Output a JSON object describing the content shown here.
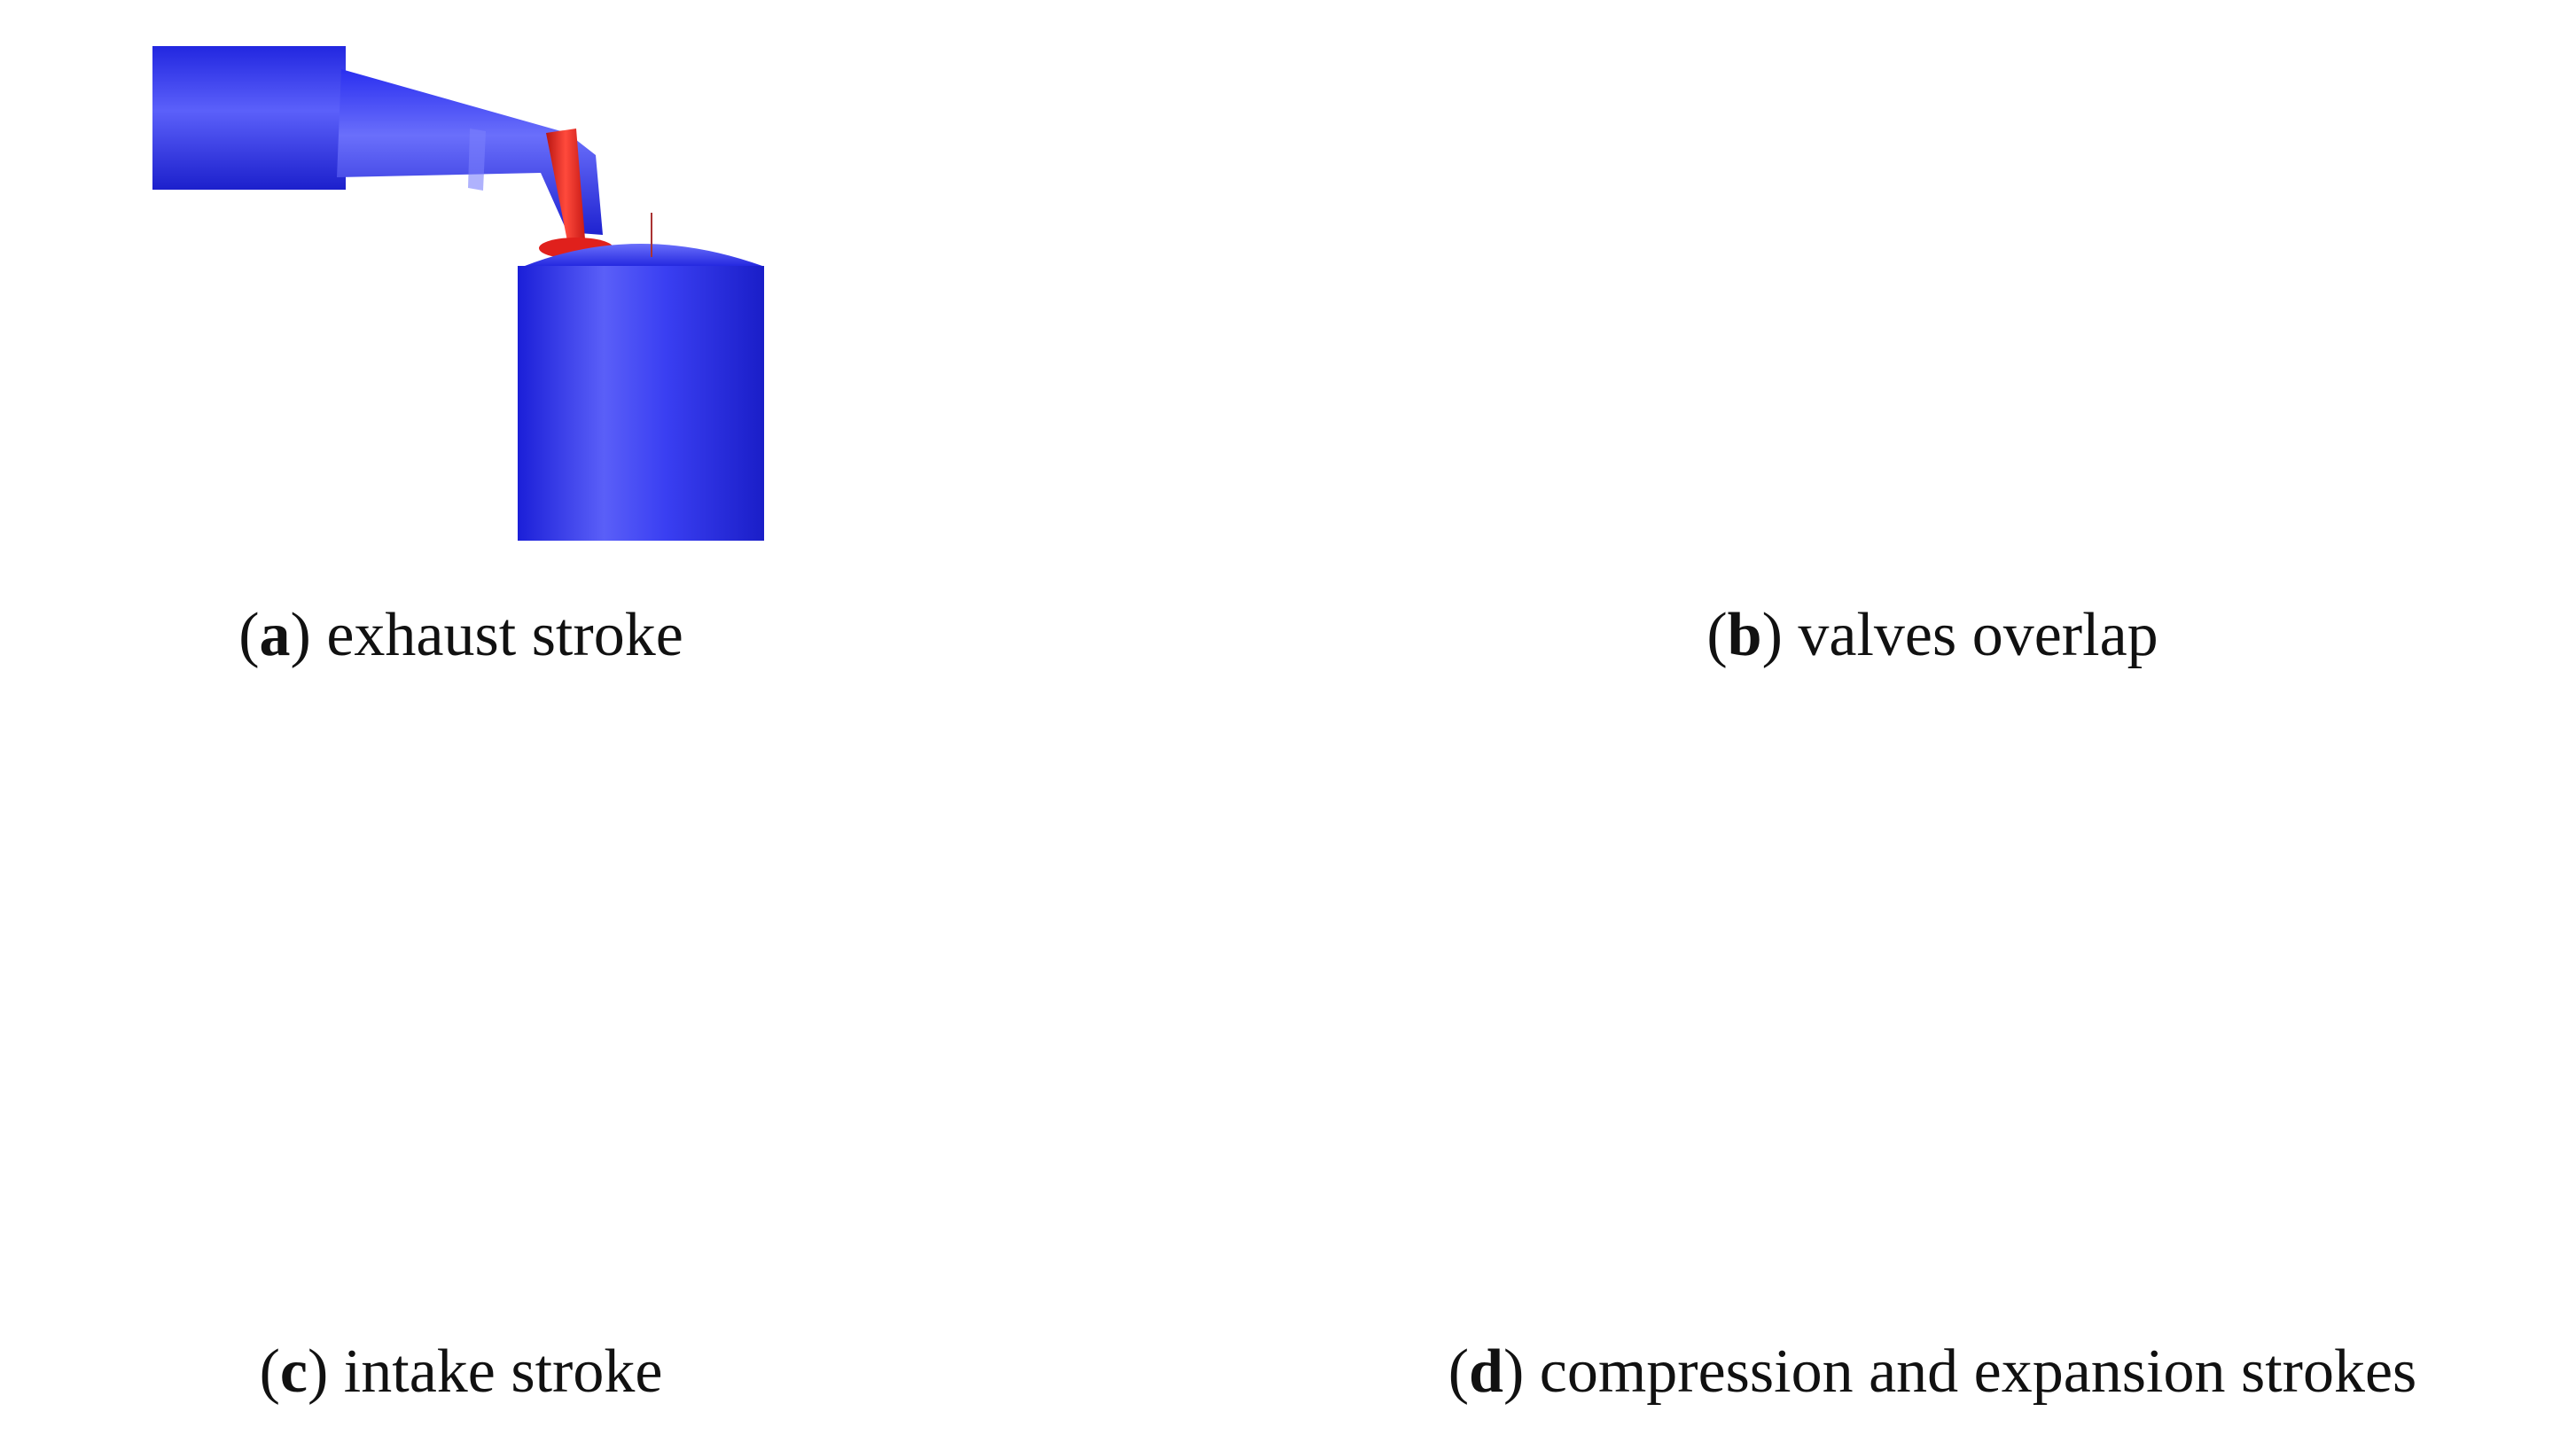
{
  "colors": {
    "geometry_blue": "#2a2ff0",
    "valve_red": "#e0201c",
    "background": "#ffffff"
  },
  "panels": [
    {
      "letter": "a",
      "label": "exhaust stroke"
    },
    {
      "letter": "b",
      "label": "valves overlap"
    },
    {
      "letter": "c",
      "label": "intake stroke"
    },
    {
      "letter": "d",
      "label": "compression and expansion strokes"
    }
  ]
}
